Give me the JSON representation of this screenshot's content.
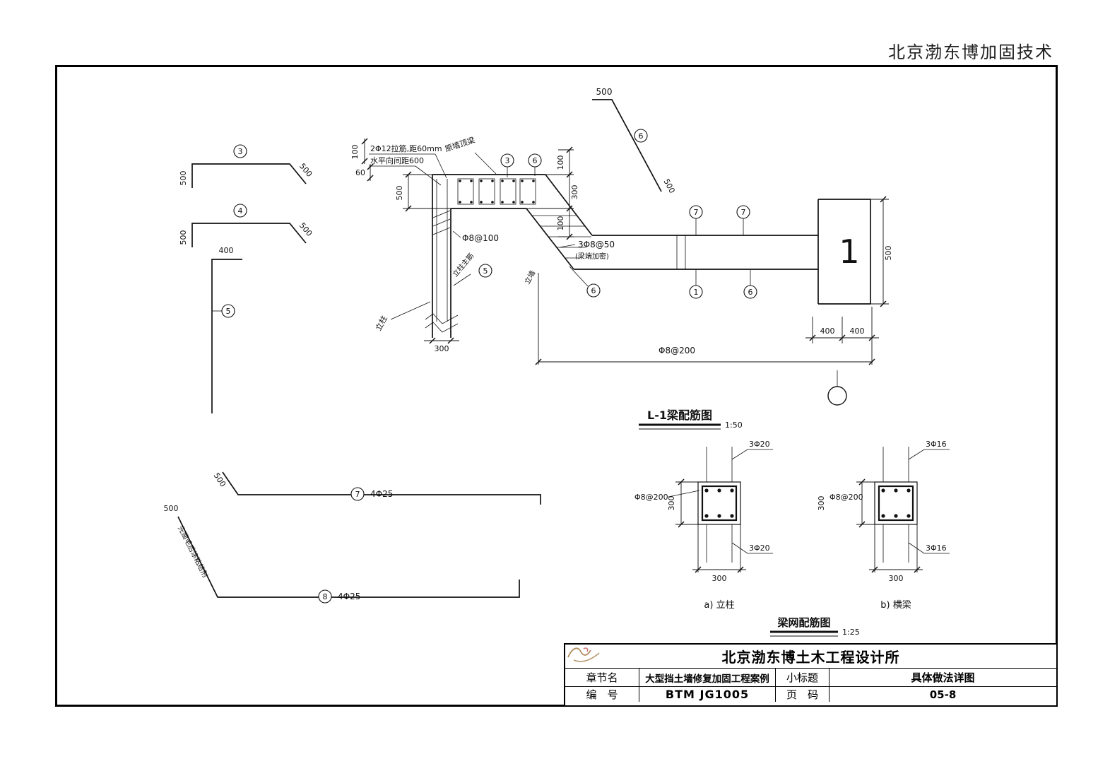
{
  "watermark": "北京渤东博加固技术",
  "titles": {
    "main": "L-1梁配筋图",
    "main_scale": "1:50",
    "mesh": "梁网配筋图",
    "mesh_scale": "1:25"
  },
  "labels": {
    "tie_bar": "2Φ12拉筋,距60mm",
    "h_spacing": "水平向间距600",
    "orig_beam": "原墙顶梁",
    "stirrup100": "Φ8@100",
    "stirrup50": "3Φ8@50",
    "stirrup50_note": "(梁端加密)",
    "col_main": "立柱主筋",
    "wall_stem": "立墙",
    "column": "立柱",
    "stirrup200": "Φ8@200",
    "mark1": "1",
    "bar7": "4Φ25",
    "bar8": "4Φ25",
    "bar8_note": "先凿毛后涂粘结剂"
  },
  "dims": {
    "d500": "500",
    "d400": "400",
    "d300": "300",
    "d100": "100",
    "d60": "60"
  },
  "callouts": {
    "c1": "1",
    "c3": "3",
    "c4": "4",
    "c5": "5",
    "c6": "6",
    "c7": "7",
    "c8": "8"
  },
  "sections": {
    "a": {
      "caption": "a) 立柱",
      "top_bars": "3Φ20",
      "bottom_bars": "3Φ20",
      "stirrup": "Φ8@200",
      "width": "300",
      "height": "300"
    },
    "b": {
      "caption": "b) 横梁",
      "top_bars": "3Φ16",
      "bottom_bars": "3Φ16",
      "stirrup": "Φ8@200",
      "width": "300",
      "height": "300"
    }
  },
  "title_block": {
    "company": "北京渤东博土木工程设计所",
    "chapter_label": "章节名",
    "chapter_value": "大型挡土墙修复加固工程案例",
    "subtitle_label": "小标题",
    "subtitle_value": "具体做法详图",
    "number_label": "编　号",
    "number_value": "BTM JG1005",
    "page_label": "页　码",
    "page_value": "05-8"
  }
}
